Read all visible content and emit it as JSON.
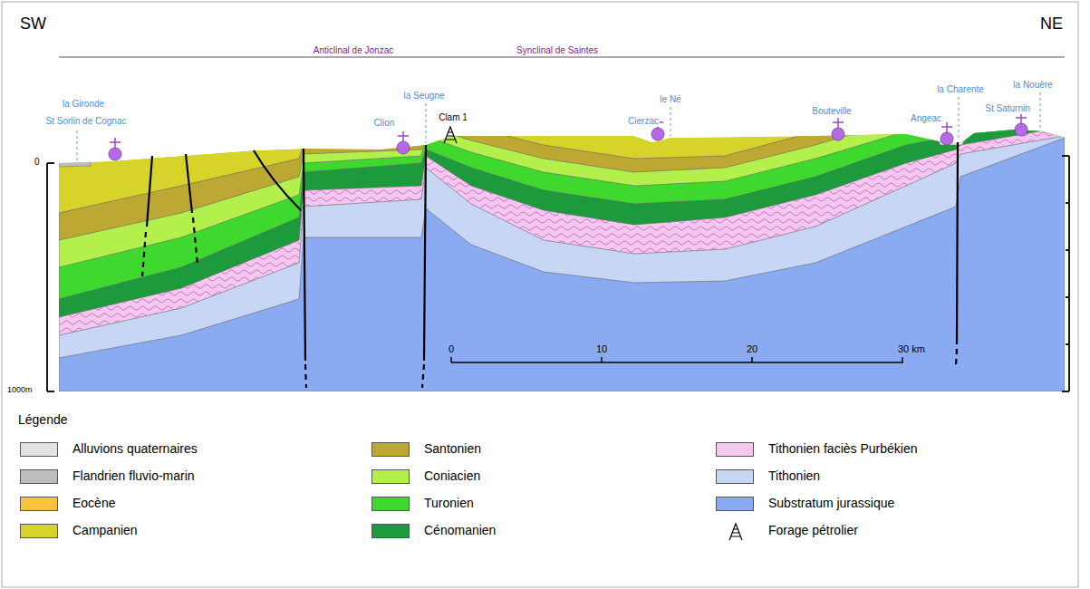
{
  "diagram": {
    "labels": [
      "SW",
      "NE",
      "Anticlinal de Jonzac",
      "Synclinal de Saintes",
      "la Gironde",
      "St Sorlin de Cognac",
      "la Seugne",
      "Clion",
      "Clam 1",
      "Cierzac",
      "le Né",
      "Bouteville",
      "Angeac",
      "la Charente",
      "la Nouère",
      "St Saturnin",
      "0",
      "1000m",
      "0",
      "10",
      "20",
      "30 km",
      "Légende"
    ],
    "legend": [
      {
        "text": "Alluvions quaternaires",
        "color": "#e2e2e2"
      },
      {
        "text": "Flandrien fluvio-marin",
        "color": "#bdbdbd"
      },
      {
        "text": "Eocène",
        "color": "#f7c23c"
      },
      {
        "text": "Campanien",
        "color": "#d6d42a"
      },
      {
        "text": "Santonien",
        "color": "#bca832"
      },
      {
        "text": "Coniacien",
        "color": "#b4f04c"
      },
      {
        "text": "Turonien",
        "color": "#3ed82e"
      },
      {
        "text": "Cénomanien",
        "color": "#1d9a3c"
      },
      {
        "text": "Tithonien faciès Purbékien",
        "color": "#f5c8ef"
      },
      {
        "text": "Tithonien",
        "color": "#c8d6f6"
      },
      {
        "text": "Substratum jurassique",
        "color": "#8aaaf2"
      },
      {
        "text": "Forage pétrolier"
      }
    ]
  }
}
